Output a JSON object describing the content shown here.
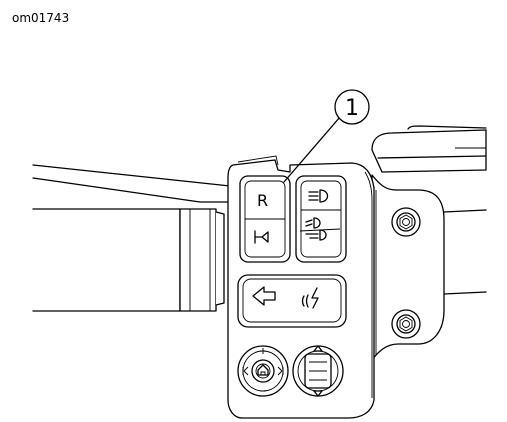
{
  "figure_id": "om01743",
  "callout": {
    "number": "1"
  },
  "buttons": {
    "right_turn_label": "R"
  }
}
